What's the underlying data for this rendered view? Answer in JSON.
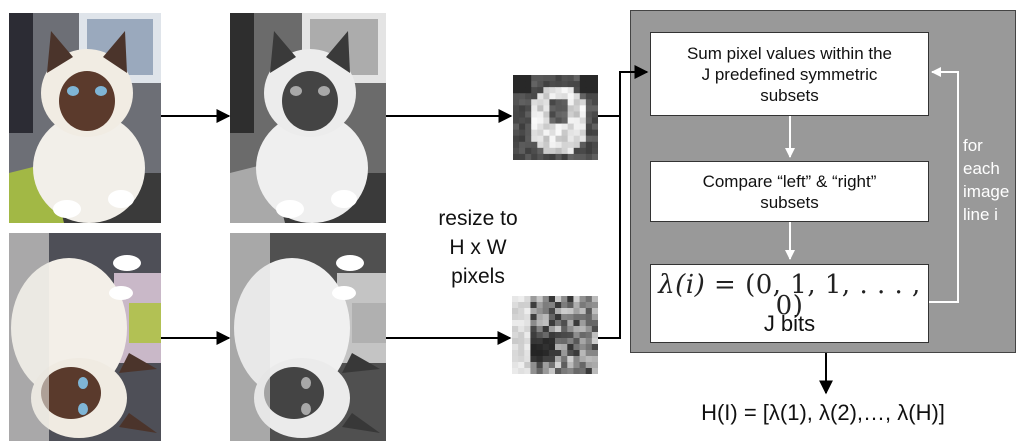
{
  "boxes": {
    "sum_text": "Sum pixel values within the\nJ predefined symmetric\nsubsets",
    "compare_text": "Compare “left” & “right”\nsubsets",
    "lambda_lhs": "λ(i)",
    "lambda_rhs": " = (0, 1, 1, . . . , 0)",
    "bits_text": "J bits"
  },
  "loop_label": "for\neach\nimage\nline i",
  "resize_label": "resize to\nH x W\npixels",
  "hash_formula": "H(I) = [λ(1), λ(2),…, λ(H)]",
  "colors": {
    "panel": "#999999",
    "arrow": "#000000",
    "loop_arrow": "#ffffff"
  },
  "icons": {
    "photo_color_upright": "cat-photo-color-upright",
    "photo_gray_upright": "cat-photo-gray-upright",
    "photo_color_rotated": "cat-photo-color-rotated",
    "photo_gray_rotated": "cat-photo-gray-rotated",
    "thumb_upright": "pixelated-thumbnail-upright",
    "thumb_rotated": "pixelated-thumbnail-rotated"
  }
}
